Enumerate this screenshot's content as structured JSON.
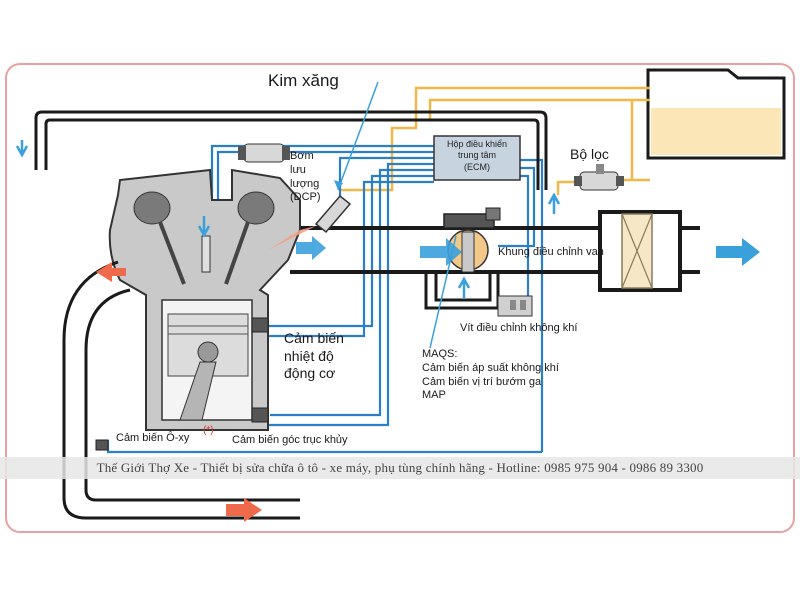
{
  "labels": {
    "kim_xang": "Kim xăng",
    "bo_loc": "Bộ lọc",
    "bom_line1": "Bơm",
    "bom_line2": "lưu",
    "bom_line3": "lượng",
    "bom_line4": "(DCP)",
    "ecm_line1": "Hộp điều khiển",
    "ecm_line2": "trung tâm",
    "ecm_line3": "(ECM)",
    "khung_dieu_chinh_van": "Khung điều chỉnh van",
    "vit_dieu_chinh": "Vít điều chỉnh không khí",
    "maqs_line1": "MAQS:",
    "maqs_line2": "Cảm biến áp suất không khí",
    "maqs_line3": "Cảm biến vị trí bướm ga",
    "maqs_line4": "MAP",
    "cam_bien_nhiet_line1": "Cảm biến",
    "cam_bien_nhiet_line2": "nhiệt độ",
    "cam_bien_nhiet_line3": "động cơ",
    "cam_bien_oxy": "Cảm biến Ô-xy",
    "oxy_marker": "(*)",
    "cam_bien_goc": "Cảm biến góc trục khủy"
  },
  "watermark": "Thế Giới Thợ Xe - Thiết bị sửa chữa ô tô - xe máy, phụ tùng chính hãng - Hotline: 0985 975 904 - 0986 89 3300",
  "colors": {
    "frame": "#e8a0a0",
    "fuel_line": "#f0b848",
    "signal_line": "#2a7fc8",
    "pipe_dark": "#1a1a1a",
    "flow_arrow_blue": "#3aa0dc",
    "flow_arrow_red": "#ef6a4a",
    "fuel_tank": "#fbe6b8"
  }
}
